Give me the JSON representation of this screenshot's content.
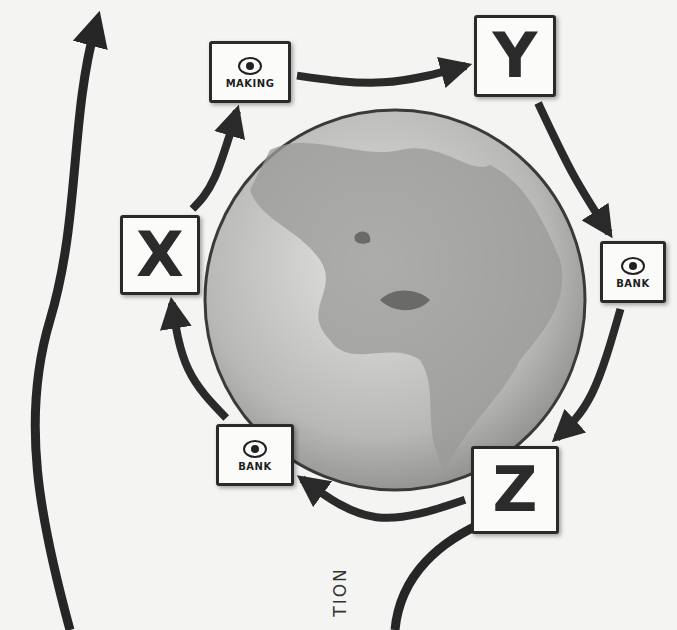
{
  "diagram": {
    "nodes": [
      {
        "text": [
          "X"
        ]
      },
      {
        "text": [
          "MAKING"
        ]
      },
      {
        "text": [
          "Y"
        ]
      },
      {
        "text": [
          "BANK"
        ]
      },
      {
        "text": [
          "Z"
        ]
      },
      {
        "text": [
          "BANK"
        ]
      }
    ],
    "edges": [
      {
        "from": 0,
        "to": 1,
        "arrow": "to"
      },
      {
        "from": 1,
        "to": 2,
        "arrow": "to"
      },
      {
        "from": 2,
        "to": 3,
        "arrow": "to"
      },
      {
        "from": 3,
        "to": 4,
        "arrow": "to"
      },
      {
        "from": 4,
        "to": 5,
        "arrow": "to"
      },
      {
        "from": 5,
        "to": 0,
        "arrow": "to"
      }
    ],
    "labels": [
      "TION"
    ]
  }
}
